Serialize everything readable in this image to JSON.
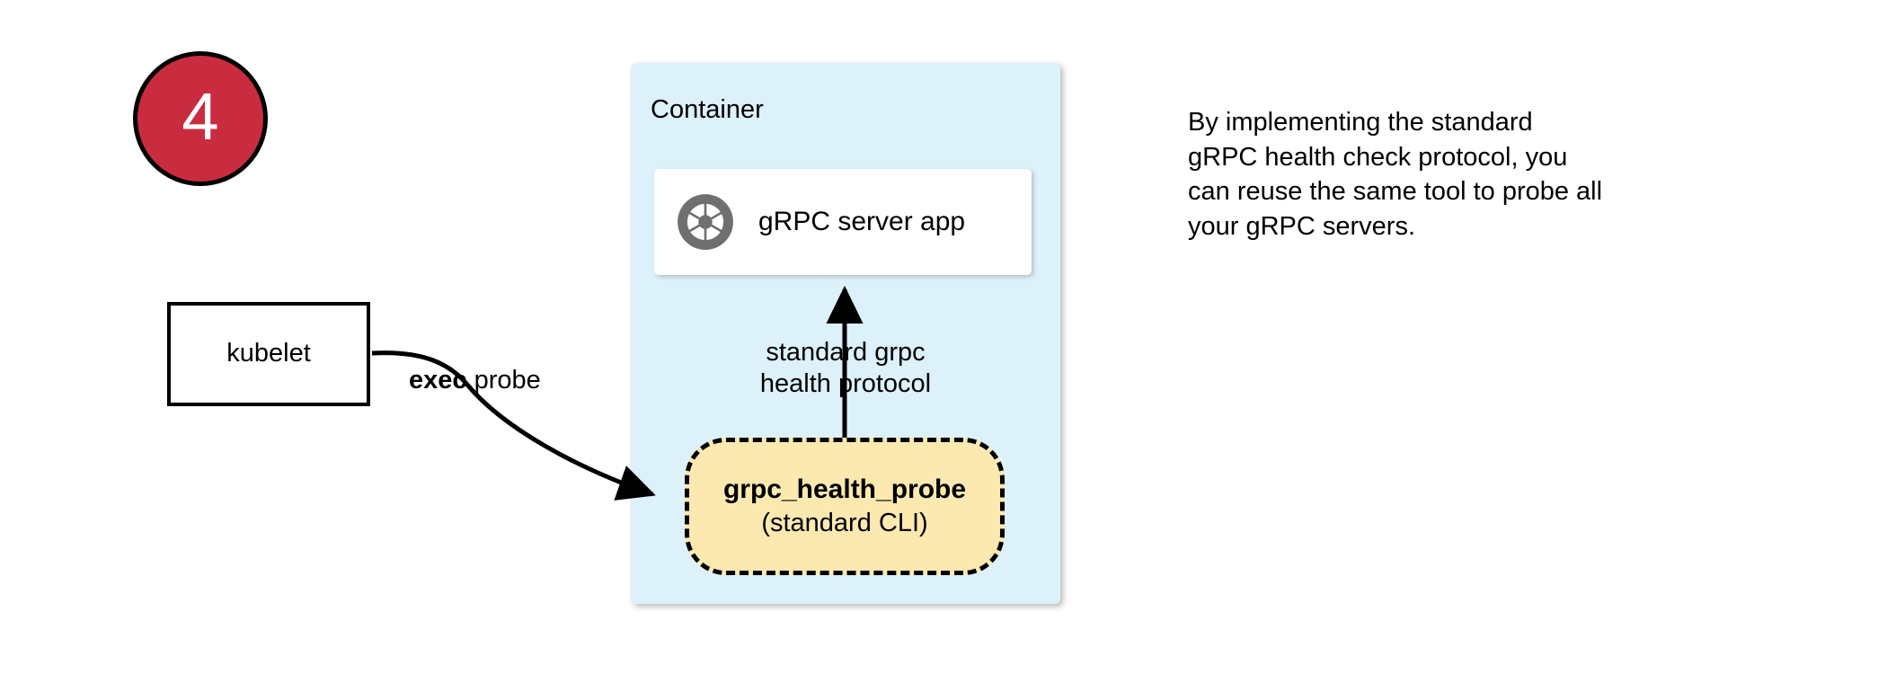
{
  "step": {
    "number": "4",
    "fill_color": "#ca2c3f",
    "border_color": "#000000",
    "text_color": "#ffffff"
  },
  "kubelet": {
    "label": "kubelet"
  },
  "exec_probe": {
    "keyword": "exec",
    "rest": " probe"
  },
  "container": {
    "title": "Container",
    "fill_color": "#ddf1fb"
  },
  "server_card": {
    "label": "gRPC server app",
    "icon": "aperture-icon",
    "icon_color": "#6f6f6f"
  },
  "probe_pill": {
    "title": "grpc_health_probe",
    "subtitle": "(standard CLI)",
    "fill_color": "#fce9b0",
    "border_color": "#000000",
    "border_style": "dashed"
  },
  "protocol_label": {
    "line1": "standard grpc",
    "line2": "health protocol"
  },
  "side_note": {
    "line1": "By implementing the standard",
    "line2": "gRPC health check protocol, you",
    "line3": "can reuse the same tool to probe all",
    "line4": "your gRPC servers."
  }
}
